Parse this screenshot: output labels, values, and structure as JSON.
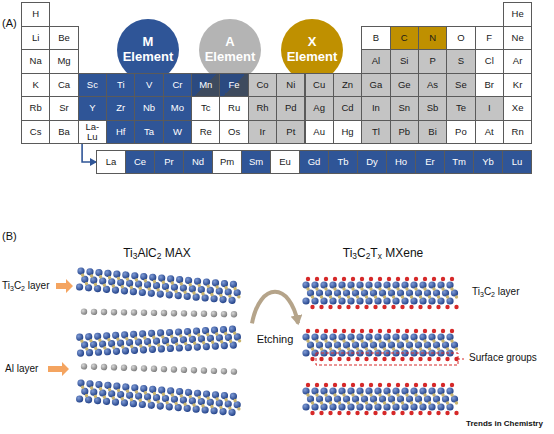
{
  "diagram": {
    "nodes": [
      {
        "text": [
          "H"
        ]
      },
      {
        "text": [
          "M Element"
        ]
      },
      {
        "text": [
          "A Element"
        ]
      },
      {
        "text": [
          "X Element"
        ]
      },
      {
        "text": [
          "He"
        ]
      },
      {
        "text": [
          "Li"
        ]
      },
      {
        "text": [
          "Be"
        ]
      },
      {
        "text": [
          "B"
        ]
      },
      {
        "text": [
          "C"
        ]
      },
      {
        "text": [
          "N"
        ]
      },
      {
        "text": [
          "O"
        ]
      },
      {
        "text": [
          "F"
        ]
      },
      {
        "text": [
          "Ne"
        ]
      },
      {
        "text": [
          "Na"
        ]
      },
      {
        "text": [
          "Mg"
        ]
      },
      {
        "text": [
          "Al"
        ]
      },
      {
        "text": [
          "Si"
        ]
      },
      {
        "text": [
          "P"
        ]
      },
      {
        "text": [
          "S"
        ]
      },
      {
        "text": [
          "Cl"
        ]
      },
      {
        "text": [
          "Ar"
        ]
      },
      {
        "text": [
          "K"
        ]
      },
      {
        "text": [
          "Ca"
        ]
      },
      {
        "text": [
          "Sc"
        ]
      },
      {
        "text": [
          "Ti"
        ]
      },
      {
        "text": [
          "V"
        ]
      },
      {
        "text": [
          "Cr"
        ]
      },
      {
        "text": [
          "Mn"
        ]
      },
      {
        "text": [
          "Fe"
        ]
      },
      {
        "text": [
          "Co"
        ]
      },
      {
        "text": [
          "Ni"
        ]
      },
      {
        "text": [
          "Cu"
        ]
      },
      {
        "text": [
          "Zn"
        ]
      },
      {
        "text": [
          "Ga"
        ]
      },
      {
        "text": [
          "Ge"
        ]
      },
      {
        "text": [
          "As"
        ]
      },
      {
        "text": [
          "Se"
        ]
      },
      {
        "text": [
          "Br"
        ]
      },
      {
        "text": [
          "Kr"
        ]
      },
      {
        "text": [
          "Rb"
        ]
      },
      {
        "text": [
          "Sr"
        ]
      },
      {
        "text": [
          "Y"
        ]
      },
      {
        "text": [
          "Zr"
        ]
      },
      {
        "text": [
          "Nb"
        ]
      },
      {
        "text": [
          "Mo"
        ]
      },
      {
        "text": [
          "Tc"
        ]
      },
      {
        "text": [
          "Ru"
        ]
      },
      {
        "text": [
          "Rh"
        ]
      },
      {
        "text": [
          "Pd"
        ]
      },
      {
        "text": [
          "Ag"
        ]
      },
      {
        "text": [
          "Cd"
        ]
      },
      {
        "text": [
          "In"
        ]
      },
      {
        "text": [
          "Sn"
        ]
      },
      {
        "text": [
          "Sb"
        ]
      },
      {
        "text": [
          "Te"
        ]
      },
      {
        "text": [
          "I"
        ]
      },
      {
        "text": [
          "Xe"
        ]
      },
      {
        "text": [
          "Cs"
        ]
      },
      {
        "text": [
          "Ba"
        ]
      },
      {
        "text": [
          "La-Lu"
        ]
      },
      {
        "text": [
          "Hf"
        ]
      },
      {
        "text": [
          "Ta"
        ]
      },
      {
        "text": [
          "W"
        ]
      },
      {
        "text": [
          "Re"
        ]
      },
      {
        "text": [
          "Os"
        ]
      },
      {
        "text": [
          "Ir"
        ]
      },
      {
        "text": [
          "Pt"
        ]
      },
      {
        "text": [
          "Au"
        ]
      },
      {
        "text": [
          "Hg"
        ]
      },
      {
        "text": [
          "Tl"
        ]
      },
      {
        "text": [
          "Pb"
        ]
      },
      {
        "text": [
          "Bi"
        ]
      },
      {
        "text": [
          "Po"
        ]
      },
      {
        "text": [
          "At"
        ]
      },
      {
        "text": [
          "Rn"
        ]
      },
      {
        "text": [
          "La"
        ]
      },
      {
        "text": [
          "Ce"
        ]
      },
      {
        "text": [
          "Pr"
        ]
      },
      {
        "text": [
          "Nd"
        ]
      },
      {
        "text": [
          "Pm"
        ]
      },
      {
        "text": [
          "Sm"
        ]
      },
      {
        "text": [
          "Eu"
        ]
      },
      {
        "text": [
          "Gd"
        ]
      },
      {
        "text": [
          "Tb"
        ]
      },
      {
        "text": [
          "Dy"
        ]
      },
      {
        "text": [
          "Ho"
        ]
      },
      {
        "text": [
          "Er"
        ]
      },
      {
        "text": [
          "Tm"
        ]
      },
      {
        "text": [
          "Yb"
        ]
      },
      {
        "text": [
          "Lu"
        ]
      },
      {
        "text": [
          "Ti3AlC2 MAX"
        ]
      },
      {
        "text": [
          "Ti3C2Tx MXene"
        ]
      }
    ],
    "edges": [
      {
        "from": 59,
        "to": 75,
        "arrow": "to"
      },
      {
        "from": 90,
        "to": 91,
        "label": "Etching",
        "arrow": "to"
      }
    ],
    "labels": [
      "(A)",
      "(B)",
      "Ti3C2 layer",
      "Al layer",
      "Ti3C2 layer",
      "Surface groups",
      "Trends in Chemistry"
    ]
  }
}
